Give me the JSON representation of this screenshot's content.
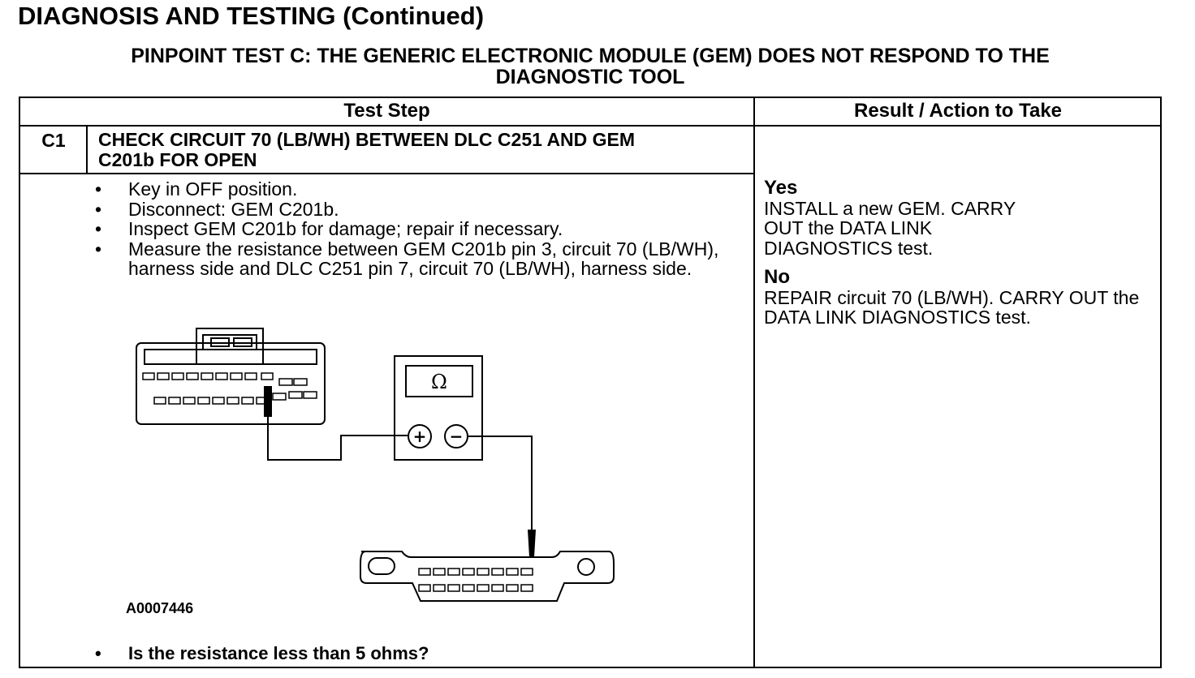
{
  "page_heading": "DIAGNOSIS AND TESTING (Continued)",
  "test_title": {
    "line1": "PINPOINT TEST  C: THE GENERIC ELECTRONIC MODULE (GEM) DOES NOT RESPOND TO THE",
    "line2": "DIAGNOSTIC TOOL"
  },
  "table": {
    "headers": {
      "test_step": "Test Step",
      "result_action": "Result / Action to Take"
    },
    "step": {
      "id": "C1",
      "title_line1": "CHECK CIRCUIT 70 (LB/WH) BETWEEN DLC C251 AND GEM",
      "title_line2": "C201b FOR OPEN",
      "actions": [
        "Key in OFF position.",
        "Disconnect: GEM C201b.",
        "Inspect GEM C201b for damage; repair if necessary.",
        "Measure the resistance between GEM C201b pin 3, circuit 70 (LB/WH), harness side and DLC C251 pin 7, circuit 70 (LB/WH), harness side."
      ],
      "figure_id": "A0007446",
      "question": "Is the resistance less than 5 ohms?"
    },
    "results": {
      "yes": {
        "label": "Yes",
        "text": "INSTALL a new GEM. CARRY OUT the DATA LINK DIAGNOSTICS test."
      },
      "no": {
        "label": "No",
        "text": "REPAIR circuit 70 (LB/WH). CARRY OUT the DATA LINK DIAGNOSTICS test."
      }
    }
  },
  "diagram": {
    "meter_symbol": "Ω",
    "plus_symbol": "+",
    "minus_symbol": "−"
  }
}
